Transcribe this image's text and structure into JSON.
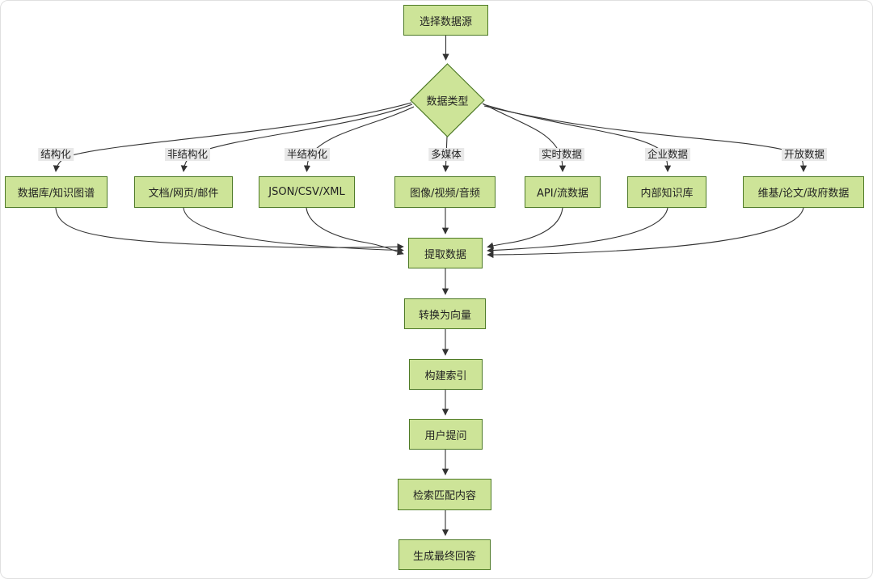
{
  "diagram": {
    "type": "flowchart",
    "direction": "top-down",
    "nodes": {
      "source": "选择数据源",
      "data_type": "数据类型",
      "structured": "数据库/知识图谱",
      "unstructured": "文档/网页/邮件",
      "semi_structured": "JSON/CSV/XML",
      "multimedia": "图像/视频/音频",
      "realtime": "API/流数据",
      "enterprise": "内部知识库",
      "open_data": "维基/论文/政府数据",
      "extract": "提取数据",
      "vectorize": "转换为向量",
      "build_index": "构建索引",
      "user_question": "用户提问",
      "retrieve": "检索匹配内容",
      "final_answer": "生成最终回答"
    },
    "edge_labels": {
      "structured": "结构化",
      "unstructured": "非结构化",
      "semi_structured": "半结构化",
      "multimedia": "多媒体",
      "realtime": "实时数据",
      "enterprise": "企业数据",
      "open_data": "开放数据"
    },
    "colors": {
      "node_fill": "#cde498",
      "node_border": "#4e7a27",
      "edge": "#333333",
      "edge_label_bg": "#e8e8e8",
      "text": "#222222",
      "background": "#ffffff"
    }
  }
}
